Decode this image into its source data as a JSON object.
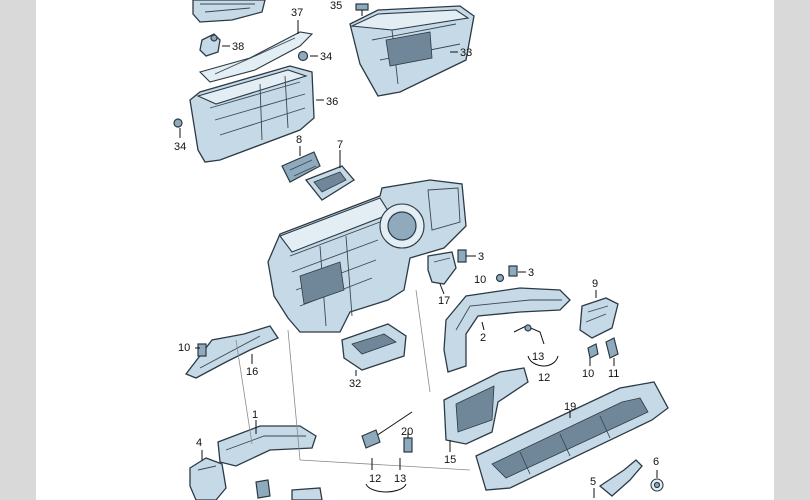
{
  "labels": {
    "p37": "37",
    "p35": "35",
    "p38": "38",
    "p34a": "34",
    "p33": "33",
    "p36": "36",
    "p34b": "34",
    "p8": "8",
    "p7": "7",
    "p3a": "3",
    "p10a": "10",
    "p3b": "3",
    "p17": "17",
    "p9": "9",
    "p2": "2",
    "p10b": "10",
    "p16": "16",
    "p32": "32",
    "p13a": "13",
    "p12a": "12",
    "p10c": "10",
    "p11": "11",
    "p1": "1",
    "p19": "19",
    "p4": "4",
    "p20": "20",
    "p15": "15",
    "p12b": "12",
    "p13b": "13",
    "p6": "6",
    "p5": "5"
  },
  "colors": {
    "part_fill": "#c6d9e6",
    "outline": "#2c3a45",
    "page_background": "#ffffff",
    "margin_background": "#d9d9d9"
  }
}
